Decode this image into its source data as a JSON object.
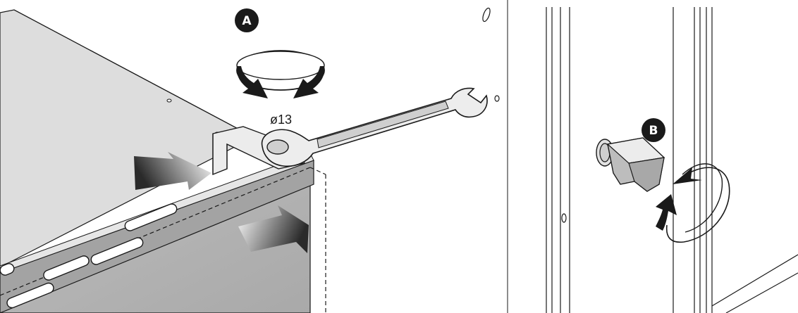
{
  "figure": {
    "panel_a": {
      "badge": "A",
      "wrench_size_label": "ø13",
      "icons": [
        "rotate-both-directions-icon",
        "wrench-icon",
        "slide-arrow-icon"
      ]
    },
    "panel_b": {
      "badge": "B",
      "icons": [
        "rotate-arrow-icon"
      ]
    },
    "colors": {
      "line": "#1a1a1a",
      "cabinet_top": "#dcdcdc",
      "cabinet_front": "#b4b4b4",
      "rail": "#a3a3a3",
      "badge_fill": "#1a1a1a",
      "arrow_dark": "#2b2b2b"
    }
  }
}
